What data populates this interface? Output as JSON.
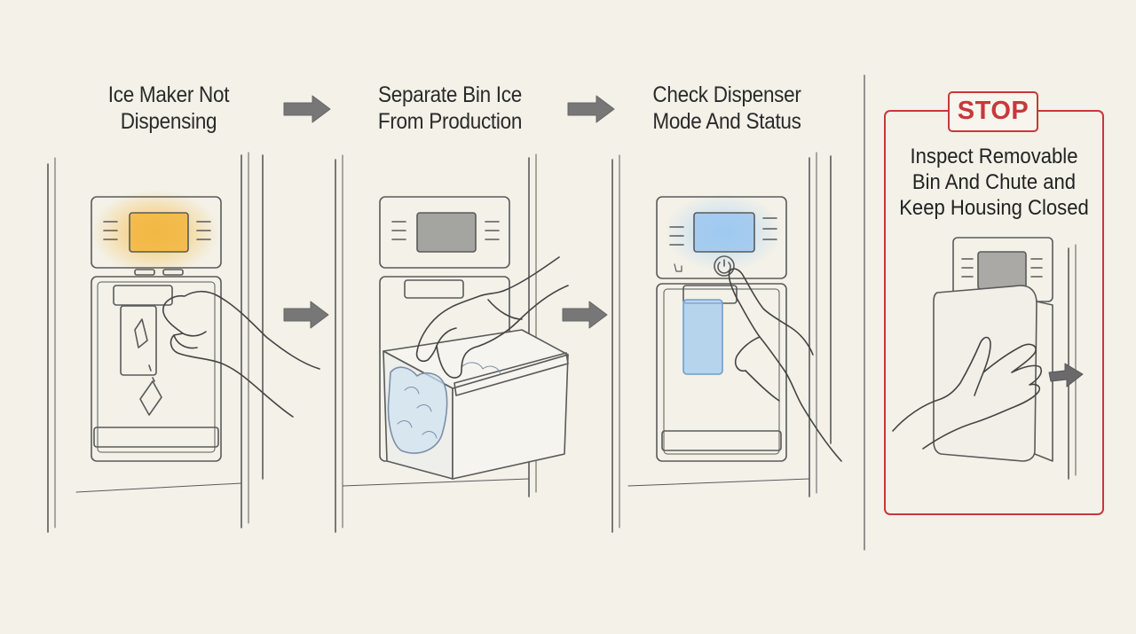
{
  "steps": [
    {
      "title": "Ice Maker Not\nDispensing"
    },
    {
      "title": "Separate Bin Ice\nFrom Production"
    },
    {
      "title": "Check Dispenser\nMode And Status"
    }
  ],
  "stop": {
    "badge": "STOP",
    "text": "Inspect Removable\nBin And Chute and\nKeep Housing Closed"
  },
  "colors": {
    "stop_red": "#c8383a",
    "warn_amber": "#f2b640",
    "status_blue": "#9cc8f0",
    "sketch": "#555555",
    "arrow_gray": "#777777"
  },
  "icons": [
    "arrow-right-icon",
    "hand-icon",
    "ice-bin-icon",
    "power-button-icon"
  ]
}
